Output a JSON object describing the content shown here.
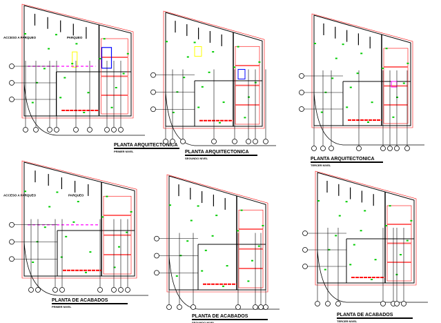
{
  "colors": {
    "wall": "#000000",
    "dimension": "#ff0000",
    "marker": "#00cc00",
    "furniture": "#0000ff",
    "highlight": "#ff00ff",
    "stair": "#ffff00"
  },
  "plans": [
    {
      "title": "PLANTA ARQUITECTONICA",
      "subtitle": "PRIMER NIVEL",
      "labels": [
        "PARQUEO",
        "ACCESO A PARQUEO"
      ]
    },
    {
      "title": "PLANTA ARQUITECTONICA",
      "subtitle": "SEGUNDO NIVEL",
      "labels": []
    },
    {
      "title": "PLANTA ARQUITECTONICA",
      "subtitle": "TERCER NIVEL",
      "labels": []
    },
    {
      "title": "PLANTA DE ACABADOS",
      "subtitle": "PRIMER NIVEL",
      "labels": [
        "PARQUEO",
        "ACCESO A PARQUEO"
      ]
    },
    {
      "title": "PLANTA DE ACABADOS",
      "subtitle": "SEGUNDO NIVEL",
      "labels": []
    },
    {
      "title": "PLANTA DE ACABADOS",
      "subtitle": "TERCER NIVEL",
      "labels": []
    }
  ]
}
